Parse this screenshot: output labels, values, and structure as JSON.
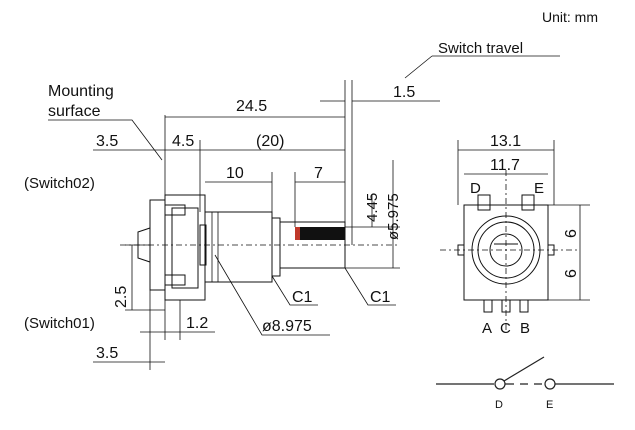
{
  "unit_label": "Unit: mm",
  "switch_travel": "Switch travel",
  "mounting_surface_line1": "Mounting",
  "mounting_surface_line2": "surface",
  "switch02": "(Switch02)",
  "switch01": "(Switch01)",
  "dims": {
    "d24_5": "24.5",
    "d1_5": "1.5",
    "d3_5_top": "3.5",
    "d4_5": "4.5",
    "d20": "(20)",
    "d10": "10",
    "d7": "7",
    "d4_45": "4.45",
    "d5_975": "ø5.975",
    "d2_5": "2.5",
    "d1_2": "1.2",
    "d3_5_bot": "3.5",
    "c1_a": "C1",
    "c1_b": "C1",
    "d8_975": "ø8.975",
    "d13_1": "13.1",
    "d11_7": "11.7",
    "d6_top": "6",
    "d6_bot": "6"
  },
  "pins": {
    "D": "D",
    "E": "E",
    "A": "A",
    "C": "C",
    "B": "B"
  },
  "schematic": {
    "D": "D",
    "E": "E"
  }
}
